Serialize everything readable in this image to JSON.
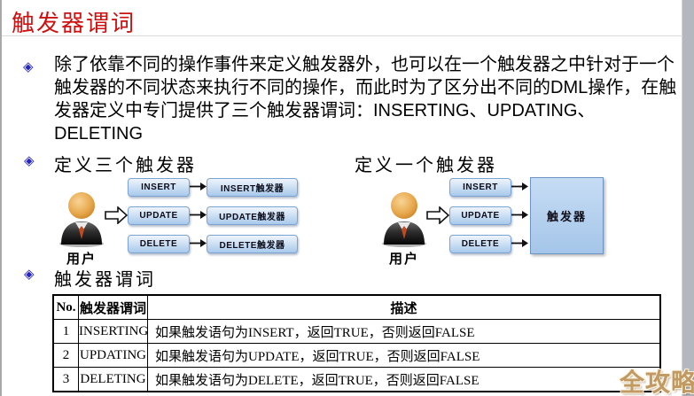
{
  "slide": {
    "title": "触发器谓词",
    "bullet_char": "◈",
    "intro": "除了依靠不同的操作事件来定义触发器外，也可以在一个触发器之中针对于一个触发器的不同状态来执行不同的操作，而此时为了区分出不同的DML操作，在触发器定义中专门提供了三个触发器谓词：INSERTING、UPDATING、DELETING",
    "section_left": "定义三个触发器",
    "section_right": "定义一个触发器",
    "section_table": "触发器谓词"
  },
  "diagram_left": {
    "user_label": "用户",
    "operations": [
      "INSERT",
      "UPDATE",
      "DELETE"
    ],
    "triggers": [
      "INSERT触发器",
      "UPDATE触发器",
      "DELETE触发器"
    ]
  },
  "diagram_right": {
    "user_label": "用户",
    "operations": [
      "INSERT",
      "UPDATE",
      "DELETE"
    ],
    "trigger_box": "触发器"
  },
  "table": {
    "headers": [
      "No.",
      "触发器谓词",
      "描述"
    ],
    "rows": [
      [
        "1",
        "INSERTING",
        "如果触发语句为INSERT，返回TRUE，否则返回FALSE"
      ],
      [
        "2",
        "UPDATING",
        "如果触发语句为UPDATE，返回TRUE，否则返回FALSE"
      ],
      [
        "3",
        "DELETING",
        "如果触发语句为DELETE，返回TRUE，否则返回FALSE"
      ]
    ]
  },
  "watermark": "全攻略",
  "colors": {
    "title": "#cc1111",
    "bullet": "#2424c0",
    "box_border": "#7aa3d4",
    "box_fill": "#a9c9ec",
    "watermark": "#c09a62",
    "scrollbar": "#b4b7be"
  }
}
